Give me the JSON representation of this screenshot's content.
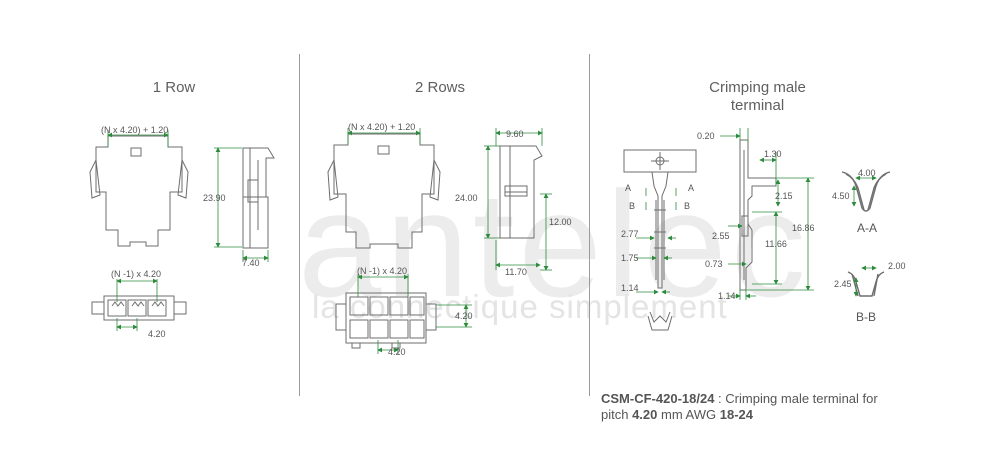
{
  "watermark": {
    "brand": "antelec",
    "tagline": "la connectique simplement"
  },
  "sections": {
    "one_row": {
      "title": "1 Row",
      "dims": {
        "top_width": "(N x 4.20) + 1.20",
        "height": "23.90",
        "side_width": "7.40",
        "pin_span": "(N -1) x 4.20",
        "pitch": "4.20"
      }
    },
    "two_rows": {
      "title": "2 Rows",
      "dims": {
        "top_width": "(N x 4.20) + 1.20",
        "height": "24.00",
        "side_width": "9.60",
        "inner_height": "12.00",
        "base_width": "11.70",
        "pin_span": "(N -1) x 4.20",
        "pitch_h": "4.20",
        "pitch_v": "4.20"
      }
    },
    "crimp": {
      "title": "Crimping male terminal",
      "dims": {
        "d020": "0.20",
        "d130": "1.30",
        "d215": "2.15",
        "d1686": "16.86",
        "d1166": "11.66",
        "d255": "2.55",
        "d073": "0.73",
        "d114b": "1.14",
        "d277": "2.77",
        "d175": "1.75",
        "d114a": "1.14",
        "a1": "A",
        "a2": "A",
        "b1": "B",
        "b2": "B",
        "aa_400": "4.00",
        "aa_450": "4.50",
        "aa_label": "A-A",
        "bb_200": "2.00",
        "bb_245": "2.45",
        "bb_label": "B-B"
      }
    }
  },
  "caption": {
    "code": "CSM-CF-420-18/24",
    "text1": " : Crimping male terminal for",
    "text2a": "pitch ",
    "pitch": "4.20",
    "text2b": " mm AWG ",
    "awg": "18-24"
  },
  "colors": {
    "outline": "#6e6e6e",
    "dimension": "#2e8b3e",
    "separator": "#9b9b9b",
    "watermark": "#ececec"
  }
}
